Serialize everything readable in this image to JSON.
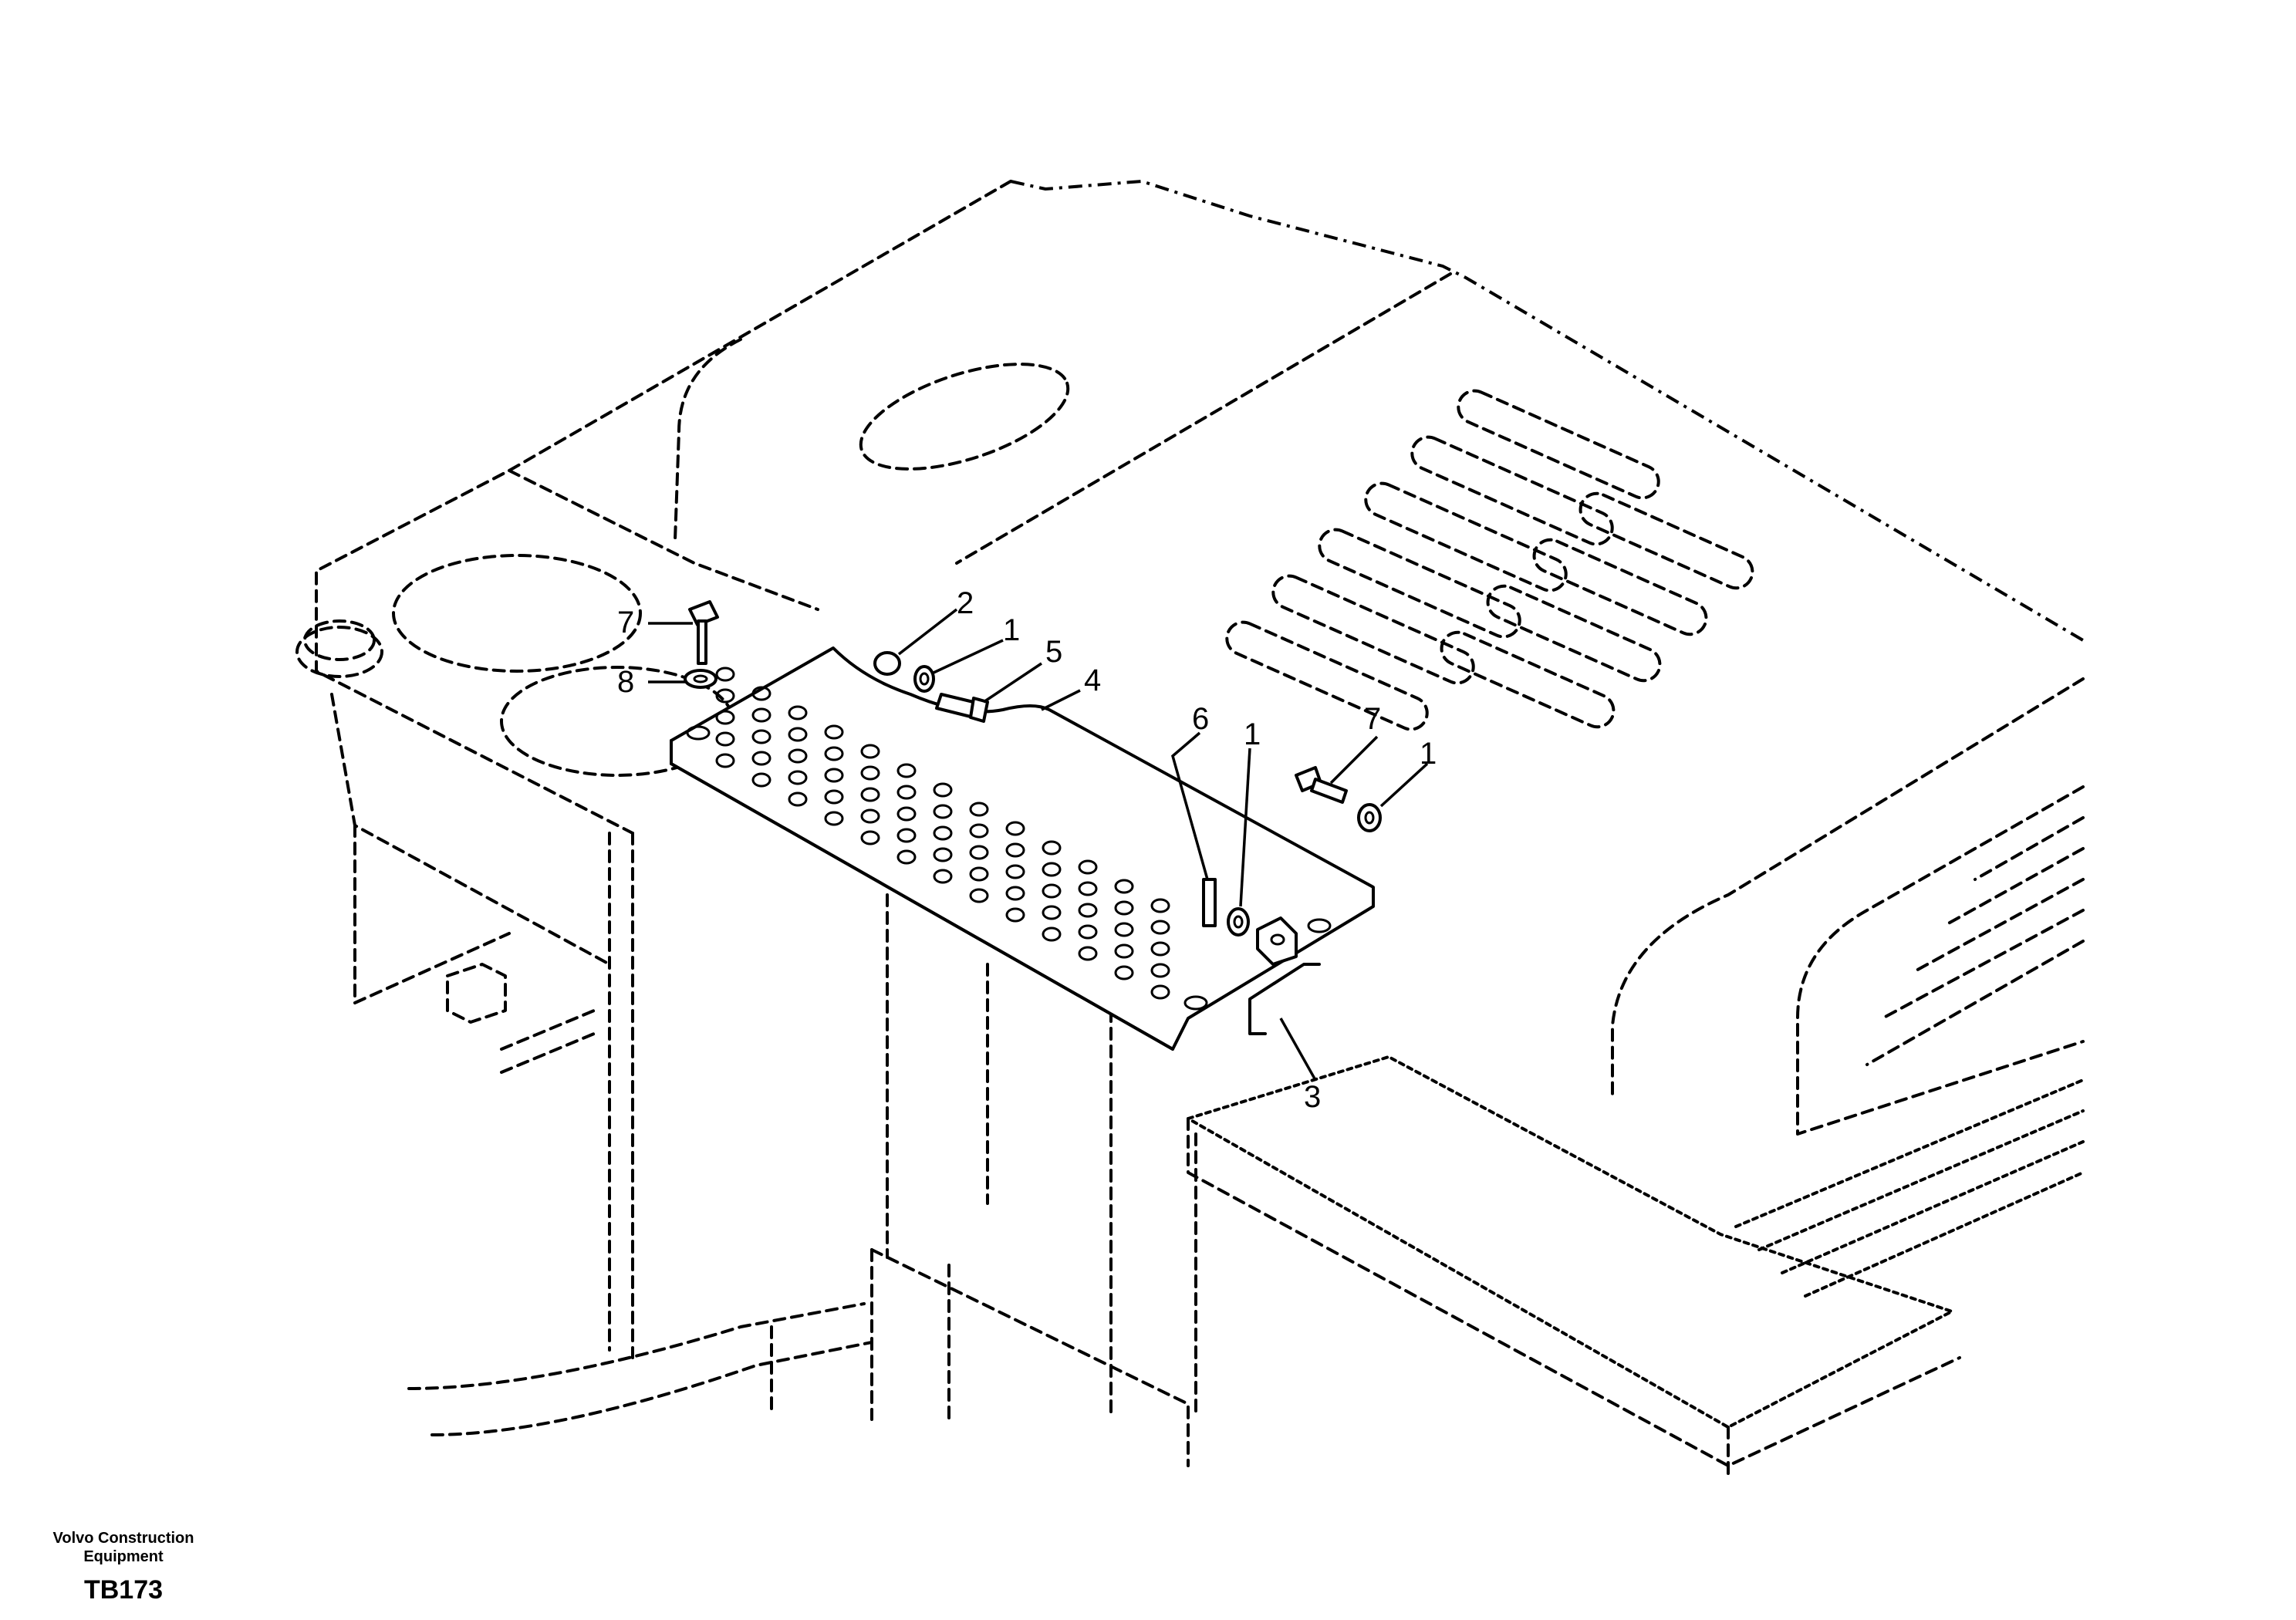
{
  "callouts": [
    {
      "id": "c7a",
      "text": "7"
    },
    {
      "id": "c8",
      "text": "8"
    },
    {
      "id": "c2",
      "text": "2"
    },
    {
      "id": "c1a",
      "text": "1"
    },
    {
      "id": "c5",
      "text": "5"
    },
    {
      "id": "c4",
      "text": "4"
    },
    {
      "id": "c6",
      "text": "6"
    },
    {
      "id": "c1b",
      "text": "1"
    },
    {
      "id": "c7b",
      "text": "7"
    },
    {
      "id": "c1c",
      "text": "1"
    },
    {
      "id": "c3",
      "text": "3"
    }
  ],
  "footer": {
    "manufacturer": "Volvo Construction Equipment",
    "drawing_code": "TB173"
  }
}
